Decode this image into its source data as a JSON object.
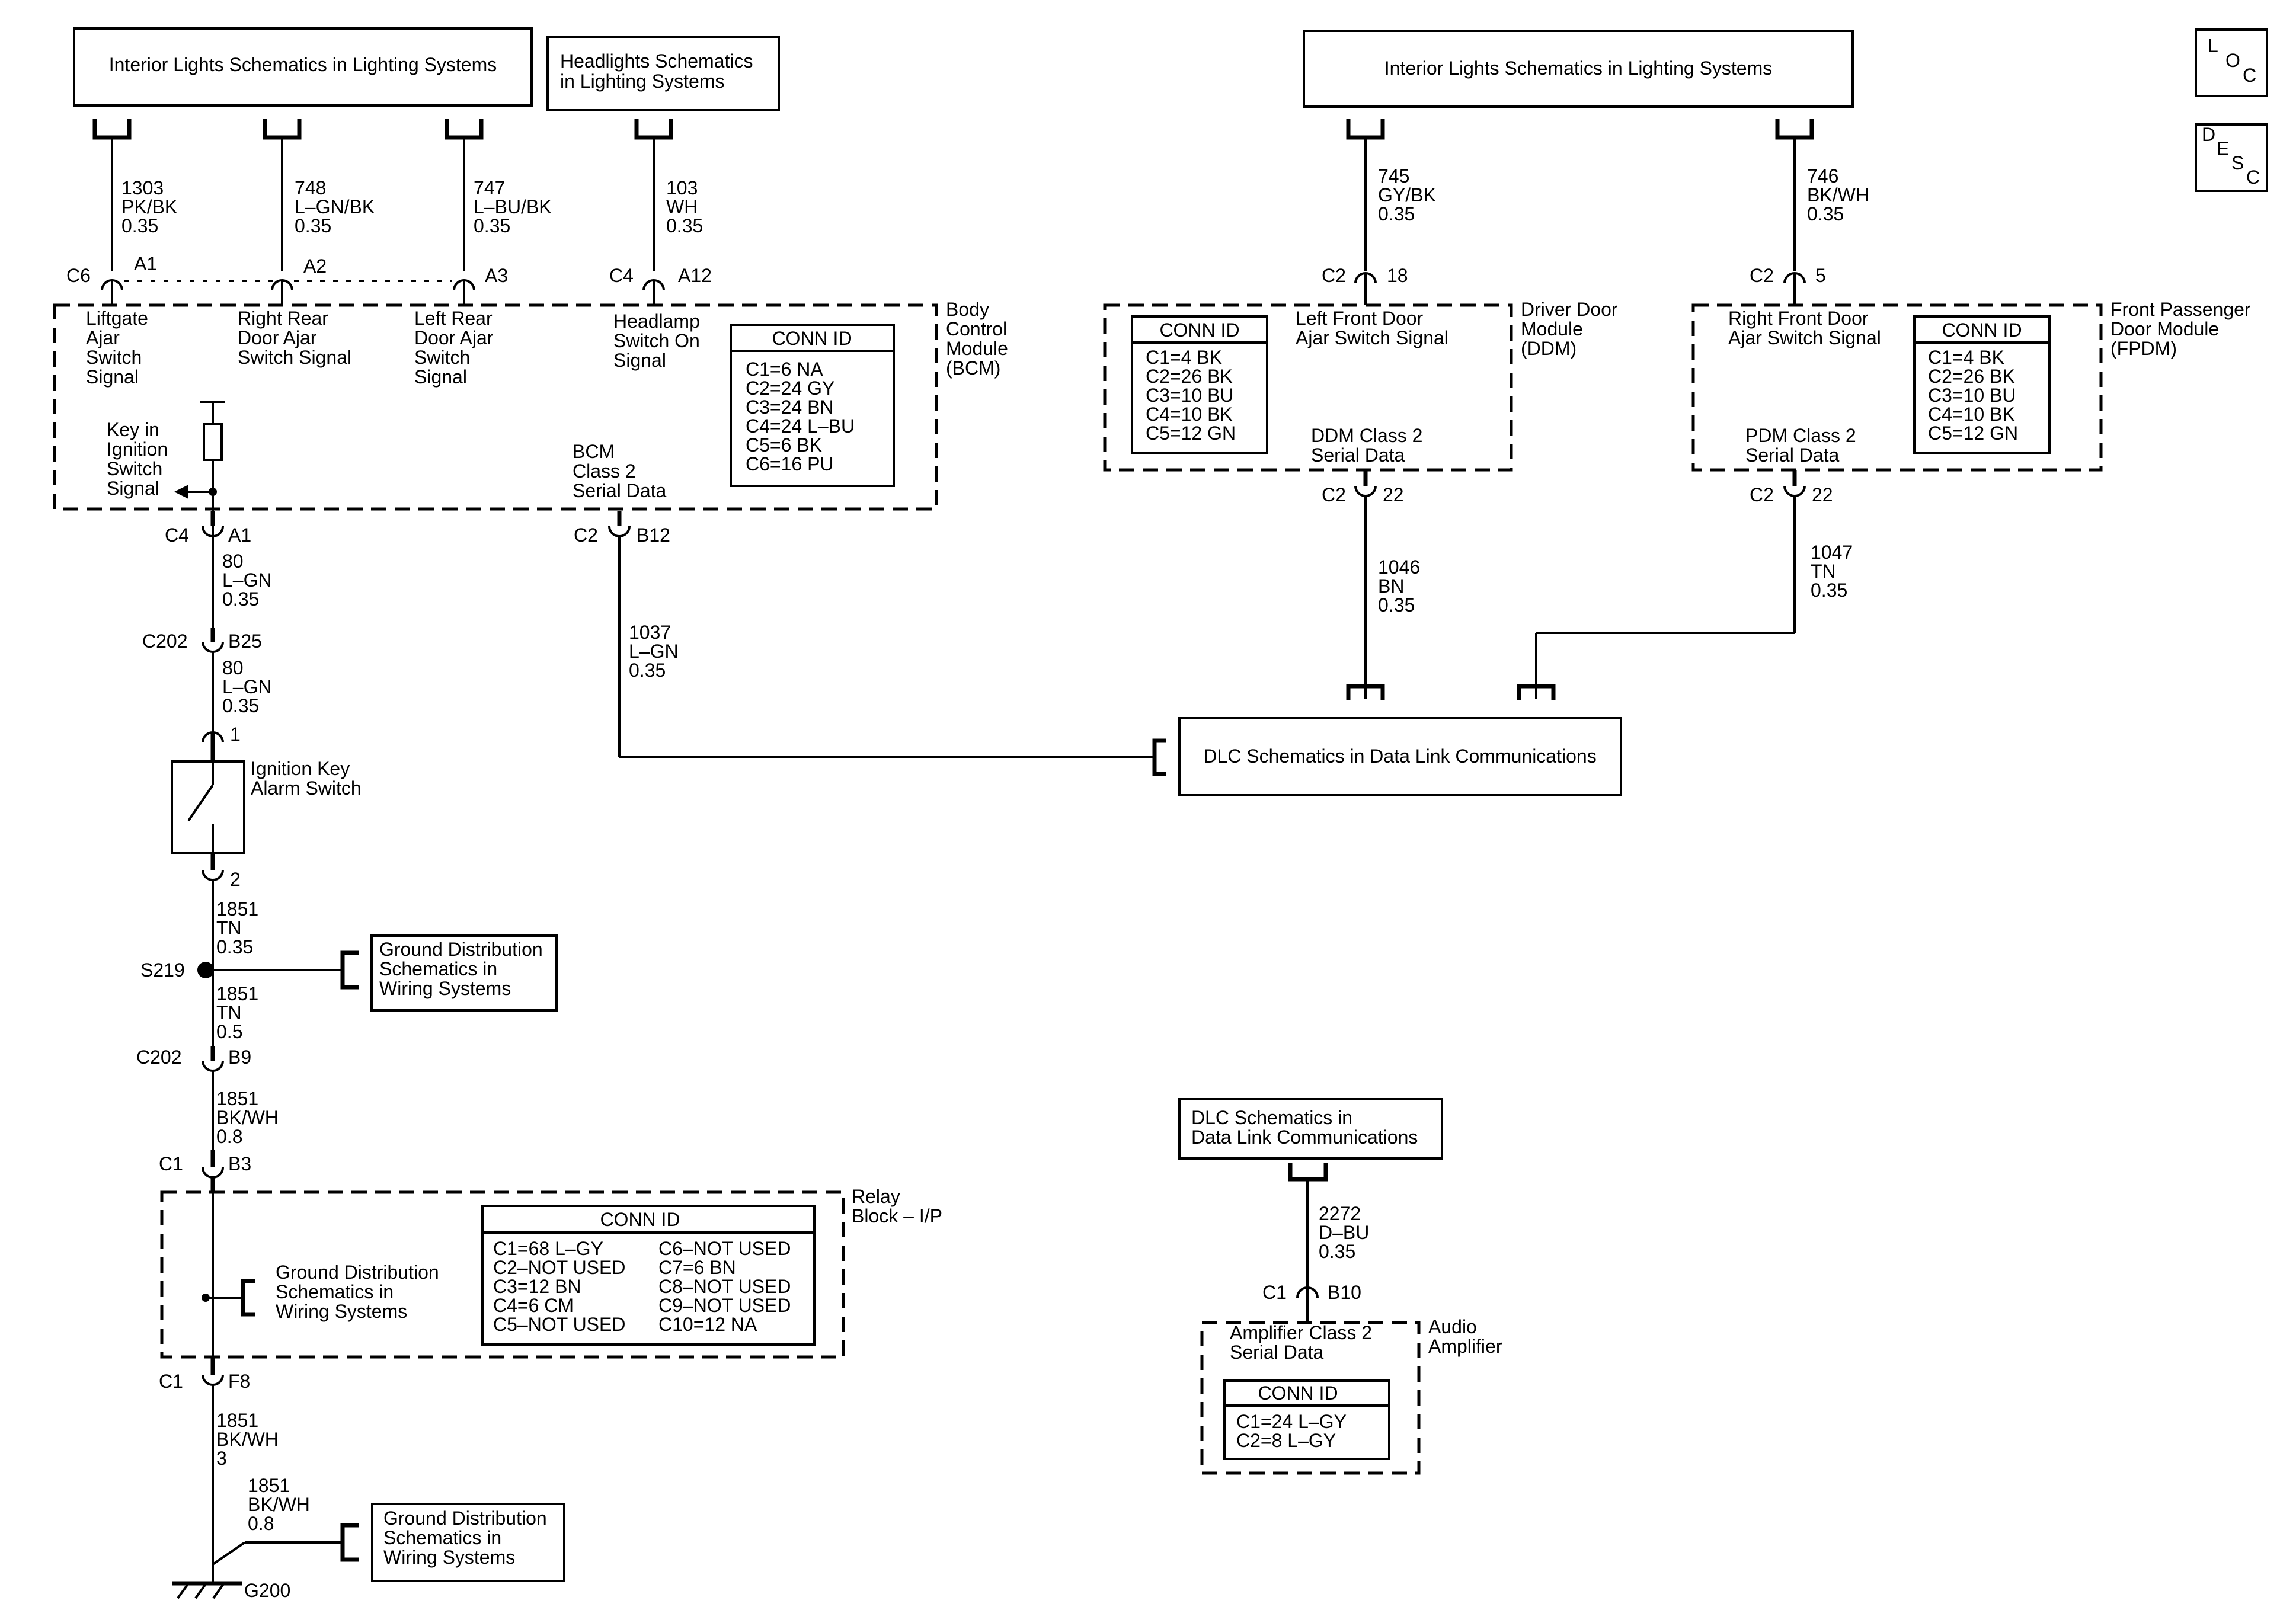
{
  "corner_buttons": {
    "loc": "LOC",
    "desc": "DESC"
  },
  "refs": {
    "interior_left": "Interior Lights Schematics in Lighting Systems",
    "headlights": [
      "Headlights Schematics",
      "in Lighting Systems"
    ],
    "interior_right": "Interior Lights Schematics in Lighting Systems",
    "dlc_main": "DLC Schematics in Data Link Communications",
    "dlc_amp": [
      "DLC Schematics in",
      "Data Link Communications"
    ],
    "ground_1": [
      "Ground Distribution",
      "Schematics in",
      "Wiring Systems"
    ],
    "ground_2": [
      "Ground Distribution",
      "Schematics in",
      "Wiring Systems"
    ],
    "ground_3": [
      "Ground Distribution",
      "Schematics in",
      "Wiring Systems"
    ]
  },
  "wires": {
    "w1303": [
      "1303",
      "PK/BK",
      "0.35"
    ],
    "w748": [
      "748",
      "L–GN/BK",
      "0.35"
    ],
    "w747": [
      "747",
      "L–BU/BK",
      "0.35"
    ],
    "w103": [
      "103",
      "WH",
      "0.35"
    ],
    "w745": [
      "745",
      "GY/BK",
      "0.35"
    ],
    "w746": [
      "746",
      "BK/WH",
      "0.35"
    ],
    "w80a": [
      "80",
      "L–GN",
      "0.35"
    ],
    "w80b": [
      "80",
      "L–GN",
      "0.35"
    ],
    "w1037": [
      "1037",
      "L–GN",
      "0.35"
    ],
    "w1046": [
      "1046",
      "BN",
      "0.35"
    ],
    "w1047": [
      "1047",
      "TN",
      "0.35"
    ],
    "w1851a": [
      "1851",
      "TN",
      "0.35"
    ],
    "w1851b": [
      "1851",
      "TN",
      "0.5"
    ],
    "w1851c": [
      "1851",
      "BK/WH",
      "0.8"
    ],
    "w1851d": [
      "1851",
      "BK/WH",
      "3"
    ],
    "w1851e": [
      "1851",
      "BK/WH",
      "0.8"
    ],
    "w2272": [
      "2272",
      "D–BU",
      "0.35"
    ]
  },
  "connectors": {
    "bcm_c6": "C6",
    "bcm_a1": "A1",
    "bcm_a2": "A2",
    "bcm_a3": "A3",
    "bcm_c4_top": "C4",
    "bcm_a12": "A12",
    "bcm_c4_bot": "C4",
    "bcm_a1_bot": "A1",
    "bcm_c2": "C2",
    "bcm_b12": "B12",
    "c202_a": "C202",
    "b25": "B25",
    "pin1": "1",
    "pin2": "2",
    "s219": "S219",
    "c202_b": "C202",
    "b9": "B9",
    "c1_a": "C1",
    "b3": "B3",
    "c1_b": "C1",
    "f8": "F8",
    "g200": "G200",
    "ddm_c2_top": "C2",
    "ddm_18": "18",
    "ddm_c2_bot": "C2",
    "ddm_22": "22",
    "fpdm_c2_top": "C2",
    "fpdm_5": "5",
    "fpdm_c2_bot": "C2",
    "fpdm_22": "22",
    "amp_c1": "C1",
    "amp_b10": "B10"
  },
  "bcm": {
    "name": [
      "Body",
      "Control",
      "Module",
      "(BCM)"
    ],
    "liftgate": [
      "Liftgate",
      "Ajar",
      "Switch",
      "Signal"
    ],
    "right_rear": [
      "Right Rear",
      "Door Ajar",
      "Switch Signal"
    ],
    "left_rear": [
      "Left Rear",
      "Door Ajar",
      "Switch",
      "Signal"
    ],
    "headlamp": [
      "Headlamp",
      "Switch On",
      "Signal"
    ],
    "key": [
      "Key in",
      "Ignition",
      "Switch",
      "Signal"
    ],
    "serial": [
      "BCM",
      "Class 2",
      "Serial Data"
    ],
    "conn_title": "CONN ID",
    "conn": [
      "C1=6 NA",
      "C2=24 GY",
      "C3=24 BN",
      "C4=24 L–BU",
      "C5=6 BK",
      "C6=16 PU"
    ]
  },
  "ddm": {
    "name": [
      "Driver Door",
      "Module",
      "(DDM)"
    ],
    "signal": [
      "Left Front Door",
      "Ajar Switch Signal"
    ],
    "serial": [
      "DDM Class 2",
      "Serial Data"
    ],
    "conn_title": "CONN ID",
    "conn": [
      "C1=4 BK",
      "C2=26 BK",
      "C3=10 BU",
      "C4=10 BK",
      "C5=12 GN"
    ]
  },
  "fpdm": {
    "name": [
      "Front Passenger",
      "Door Module",
      "(FPDM)"
    ],
    "signal": [
      "Right Front Door",
      "Ajar Switch Signal"
    ],
    "serial": [
      "PDM Class 2",
      "Serial Data"
    ],
    "conn_title": "CONN ID",
    "conn": [
      "C1=4 BK",
      "C2=26 BK",
      "C3=10 BU",
      "C4=10 BK",
      "C5=12 GN"
    ]
  },
  "ignition_switch": [
    "Ignition Key",
    "Alarm Switch"
  ],
  "relay": {
    "name": [
      "Relay",
      "Block – I/P"
    ],
    "conn_title": "CONN ID",
    "conn_left": [
      "C1=68 L–GY",
      "C2–NOT USED",
      "C3=12 BN",
      "C4=6 CM",
      "C5–NOT USED"
    ],
    "conn_right": [
      "C6–NOT USED",
      "C7=6 BN",
      "C8–NOT USED",
      "C9–NOT USED",
      "C10=12 NA"
    ]
  },
  "amp": {
    "name": [
      "Audio",
      "Amplifier"
    ],
    "serial": [
      "Amplifier Class 2",
      "Serial Data"
    ],
    "conn_title": "CONN ID",
    "conn": [
      "C1=24 L–GY",
      "C2=8 L–GY"
    ]
  }
}
